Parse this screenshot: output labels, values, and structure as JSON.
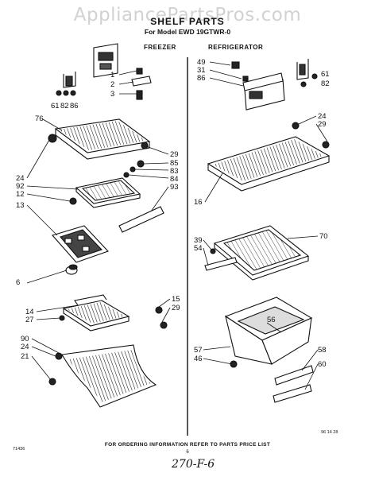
{
  "watermark": "AppliancePartsPros.com",
  "header": {
    "title": "SHELF PARTS",
    "model": "For Model EWD 19GTWR-0"
  },
  "sections": {
    "freezer": "FREEZER",
    "refrigerator": "REFRIGERATOR"
  },
  "labels": {
    "freezer": [
      "1",
      "2",
      "3",
      "61",
      "82",
      "86",
      "76",
      "29",
      "85",
      "83",
      "84",
      "93",
      "24",
      "92",
      "12",
      "13",
      "6",
      "15",
      "29",
      "14",
      "27",
      "90",
      "24",
      "21"
    ],
    "refrigerator": [
      "49",
      "31",
      "86",
      "61",
      "82",
      "24",
      "29",
      "16",
      "70",
      "39",
      "54",
      "56",
      "57",
      "46",
      "58",
      "60"
    ]
  },
  "footer": {
    "note": "FOR ORDERING INFORMATION REFER TO PARTS PRICE LIST",
    "page_number": "6",
    "left_code": "71436",
    "right_code": "96 14 28",
    "handwritten": "270-F-6"
  }
}
